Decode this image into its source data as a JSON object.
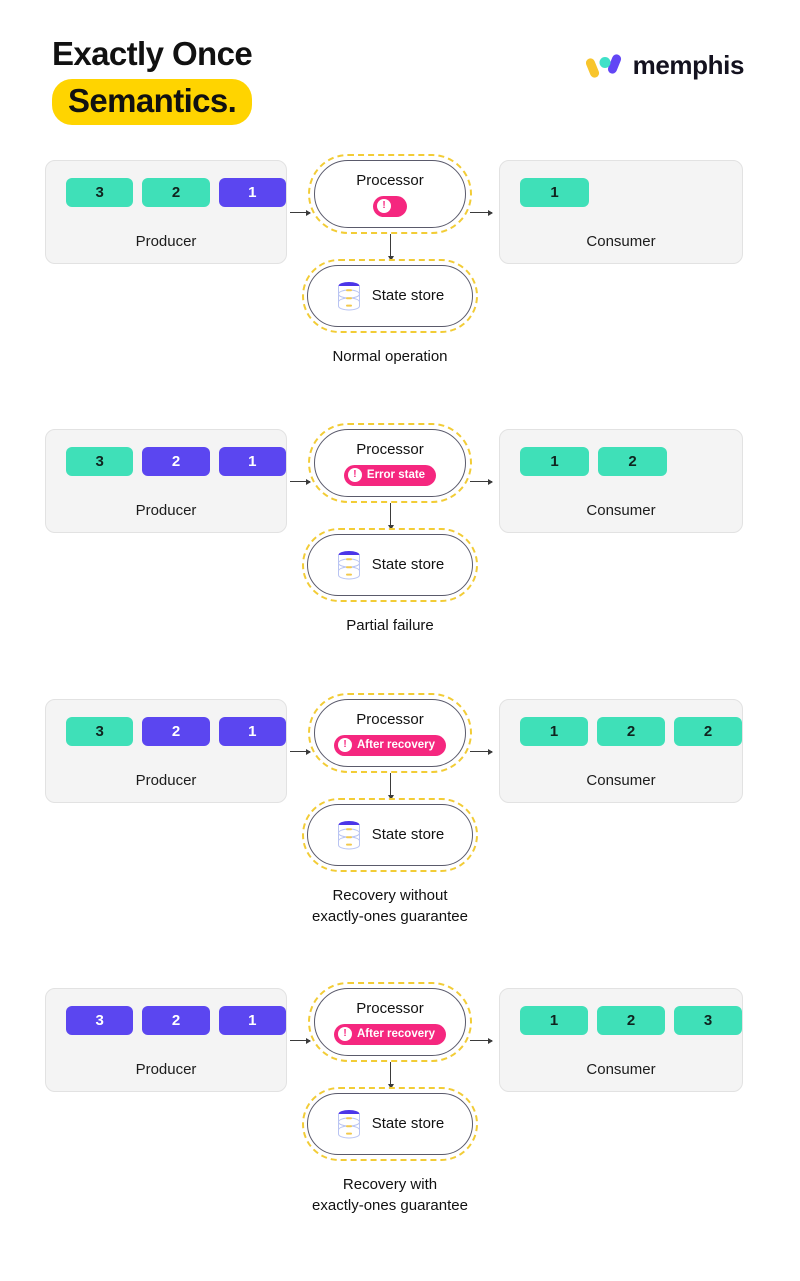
{
  "header": {
    "title_line1": "Exactly Once",
    "title_line2": "Semantics.",
    "brand_name": "memphis",
    "highlight_color": "#FFD400"
  },
  "palette": {
    "teal": "#3fe0b8",
    "purple": "#5b46f0",
    "pink": "#F5277F",
    "yellow_dash": "#F2CC36",
    "panel_bg": "#f4f4f4"
  },
  "labels": {
    "producer": "Producer",
    "consumer": "Consumer",
    "processor": "Processor",
    "state_store": "State store"
  },
  "sections": [
    {
      "id": "normal-operation",
      "caption": "Normal operation",
      "producer_chips": [
        {
          "value": "3",
          "color": "teal"
        },
        {
          "value": "2",
          "color": "teal"
        },
        {
          "value": "1",
          "color": "purple"
        }
      ],
      "consumer_chips": [
        {
          "value": "1",
          "color": "teal"
        }
      ],
      "badge": null
    },
    {
      "id": "partial-failure",
      "caption": "Partial failure",
      "producer_chips": [
        {
          "value": "3",
          "color": "teal"
        },
        {
          "value": "2",
          "color": "purple"
        },
        {
          "value": "1",
          "color": "purple"
        }
      ],
      "consumer_chips": [
        {
          "value": "1",
          "color": "teal"
        },
        {
          "value": "2",
          "color": "teal"
        }
      ],
      "badge": {
        "text": "Error state",
        "icon": "exclamation-icon"
      }
    },
    {
      "id": "recovery-without-guarantee",
      "caption": "Recovery without\nexactly-ones guarantee",
      "caption_line1": "Recovery without",
      "caption_line2": "exactly-ones guarantee",
      "producer_chips": [
        {
          "value": "3",
          "color": "teal"
        },
        {
          "value": "2",
          "color": "purple"
        },
        {
          "value": "1",
          "color": "purple"
        }
      ],
      "consumer_chips": [
        {
          "value": "1",
          "color": "teal"
        },
        {
          "value": "2",
          "color": "teal"
        },
        {
          "value": "2",
          "color": "teal"
        }
      ],
      "badge": {
        "text": "After recovery",
        "icon": "exclamation-icon"
      }
    },
    {
      "id": "recovery-with-guarantee",
      "caption": "Recovery with\nexactly-ones guarantee",
      "caption_line1": "Recovery with",
      "caption_line2": "exactly-ones guarantee",
      "producer_chips": [
        {
          "value": "3",
          "color": "purple"
        },
        {
          "value": "2",
          "color": "purple"
        },
        {
          "value": "1",
          "color": "purple"
        }
      ],
      "consumer_chips": [
        {
          "value": "1",
          "color": "teal"
        },
        {
          "value": "2",
          "color": "teal"
        },
        {
          "value": "3",
          "color": "teal"
        }
      ],
      "badge": {
        "text": "After recovery",
        "icon": "exclamation-icon"
      }
    }
  ]
}
